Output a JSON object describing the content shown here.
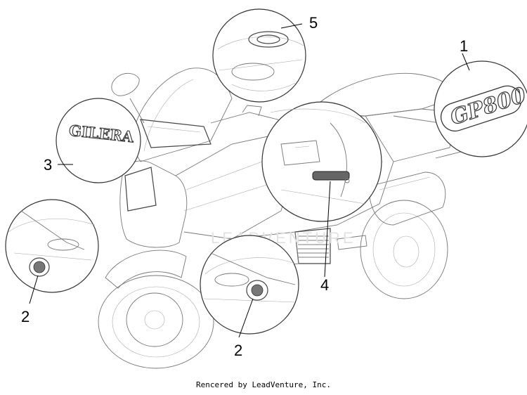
{
  "callouts": {
    "c1": "1",
    "c2a": "2",
    "c2b": "2",
    "c3": "3",
    "c4": "4",
    "c5": "5"
  },
  "decals": {
    "gilera": "GILERA",
    "gp800": "GP800"
  },
  "watermark": "LEADVENTURE",
  "footer": "Rencered by LeadVenture, Inc."
}
